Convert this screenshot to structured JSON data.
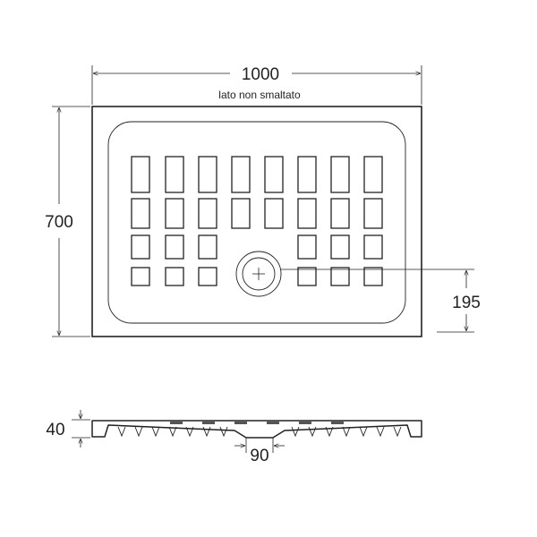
{
  "dimensions": {
    "width": "1000",
    "depth": "700",
    "drain_offset": "195",
    "height": "40",
    "drain_diameter": "90"
  },
  "notes": {
    "side_label": "lato non smaltato"
  },
  "colors": {
    "line": "#222222",
    "background": "#ffffff",
    "profile_fill": "#ffffff"
  }
}
